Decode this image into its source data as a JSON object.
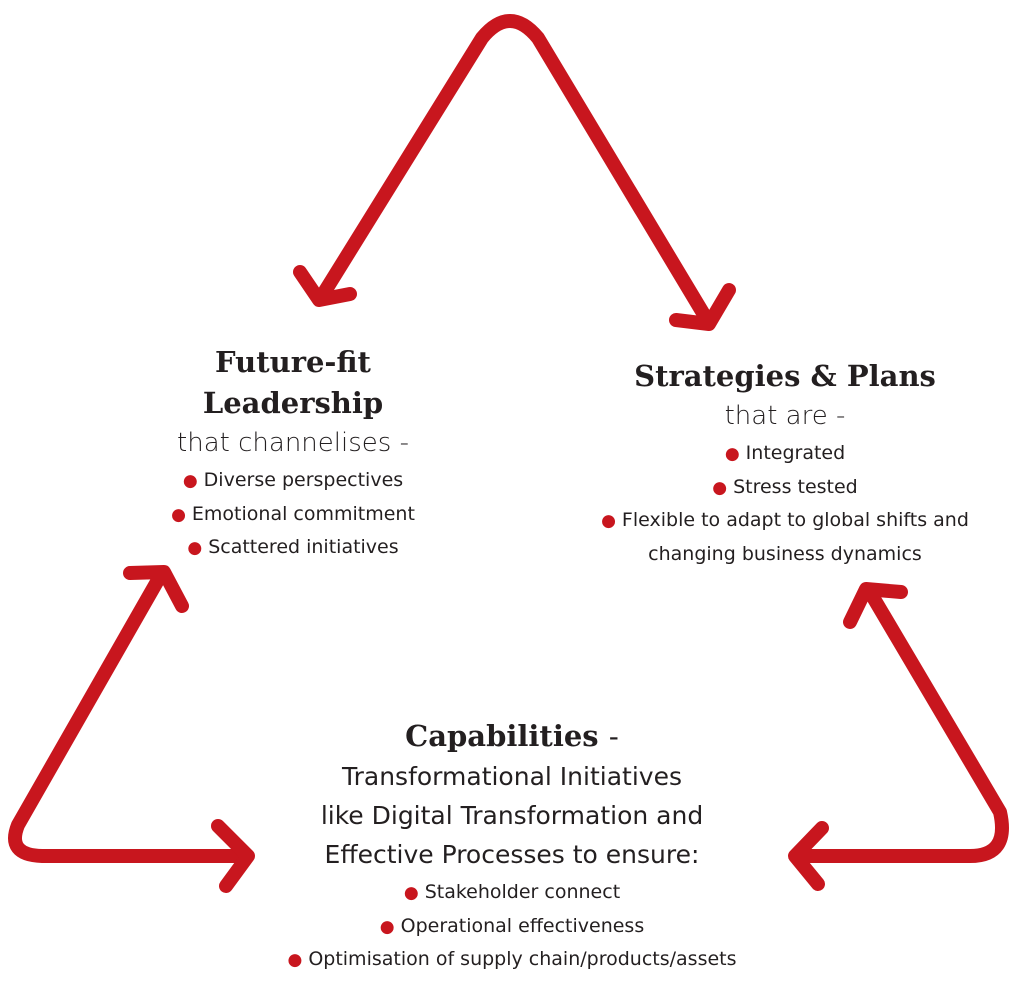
{
  "colors": {
    "arrow": "#c8161e",
    "text": "#231f20"
  },
  "leadership": {
    "title_line1": "Future-fit",
    "title_line2": "Leadership",
    "subtitle": "that channelises -",
    "items": [
      "Diverse perspectives",
      "Emotional commitment",
      "Scattered initiatives"
    ]
  },
  "strategies": {
    "title": "Strategies & Plans",
    "subtitle": "that are -",
    "items": [
      "Integrated",
      "Stress tested"
    ],
    "item3_line1": "Flexible to adapt to global shifts and",
    "item3_line2": "changing business dynamics"
  },
  "capabilities": {
    "title": "Capabilities",
    "title_suffix": "-",
    "desc_line1": "Transformational Initiatives",
    "desc_line2": "like Digital Transformation and",
    "desc_line3": "Effective Processes to ensure:",
    "items": [
      "Stakeholder connect",
      "Operational effectiveness",
      "Optimisation of supply chain/products/assets"
    ]
  }
}
